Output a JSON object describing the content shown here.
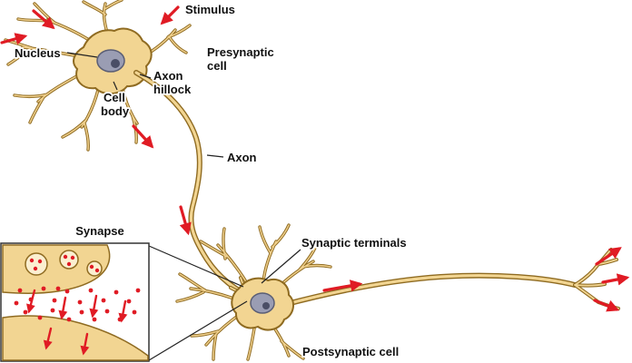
{
  "figure": {
    "subject": "Neuron signal transmission diagram"
  },
  "colors": {
    "background": "#FFFFFF",
    "cell_fill": "#F2D592",
    "dendrite_fill": "#EFCF8C",
    "cell_stroke": "#8F6B21",
    "nucleus_fill": "#9A9DB3",
    "nucleus_stroke": "#5A5E75",
    "nucleolus": "#4A4E66",
    "arrow": "#E01B24",
    "label_text": "#111111"
  },
  "labels": {
    "stimulus": "Stimulus",
    "nucleus": "Nucleus",
    "cell_body": {
      "lines": [
        "Cell",
        "body"
      ]
    },
    "axon_hillock": {
      "lines": [
        "Axon",
        "hillock"
      ]
    },
    "presynaptic_cell": {
      "lines": [
        "Presynaptic",
        "cell"
      ]
    },
    "axon": "Axon",
    "synapse": "Synapse",
    "synaptic_terminals": "Synaptic terminals",
    "postsynaptic_cell": "Postsynaptic cell"
  }
}
